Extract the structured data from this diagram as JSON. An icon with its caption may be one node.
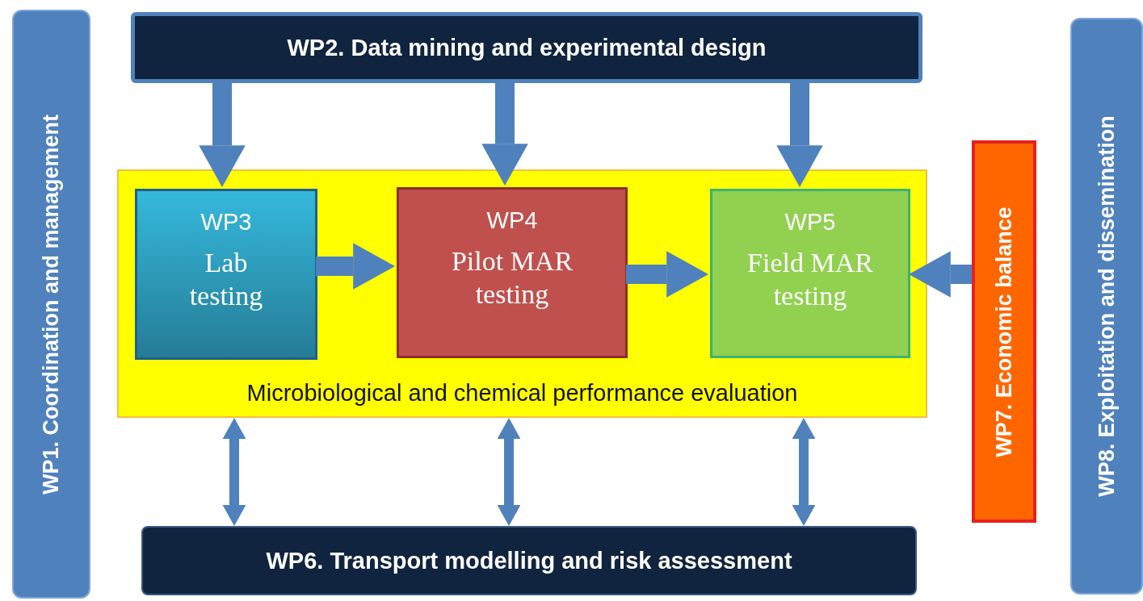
{
  "diagram": {
    "nodes": [
      {
        "text": [
          "WP1. Coordination and management"
        ]
      },
      {
        "text": [
          "WP2. Data mining and experimental design"
        ]
      },
      {
        "text": [
          "Microbiological and chemical performance evaluation"
        ]
      },
      {
        "text": [
          "WP3",
          "Lab testing"
        ],
        "in": 2
      },
      {
        "text": [
          "WP4",
          "Pilot MAR testing"
        ],
        "in": 2
      },
      {
        "text": [
          "WP5",
          "Field MAR testing"
        ],
        "in": 2
      },
      {
        "text": [
          "WP7. Economic balance"
        ]
      },
      {
        "text": [
          "WP6. Transport modelling and risk assessment"
        ]
      },
      {
        "text": [
          "WP8. Exploitation and dissemination"
        ]
      }
    ],
    "edges": [
      {
        "from": 1,
        "to": 3,
        "arrow": "to"
      },
      {
        "from": 1,
        "to": 4,
        "arrow": "to"
      },
      {
        "from": 1,
        "to": 5,
        "arrow": "to"
      },
      {
        "from": 3,
        "to": 4,
        "arrow": "to"
      },
      {
        "from": 4,
        "to": 5,
        "arrow": "to"
      },
      {
        "from": 6,
        "to": 5,
        "arrow": "to"
      },
      {
        "from": 2,
        "to": 7,
        "arrow": "both"
      },
      {
        "from": 2,
        "to": 7,
        "arrow": "both"
      },
      {
        "from": 2,
        "to": 7,
        "arrow": "both"
      }
    ]
  }
}
